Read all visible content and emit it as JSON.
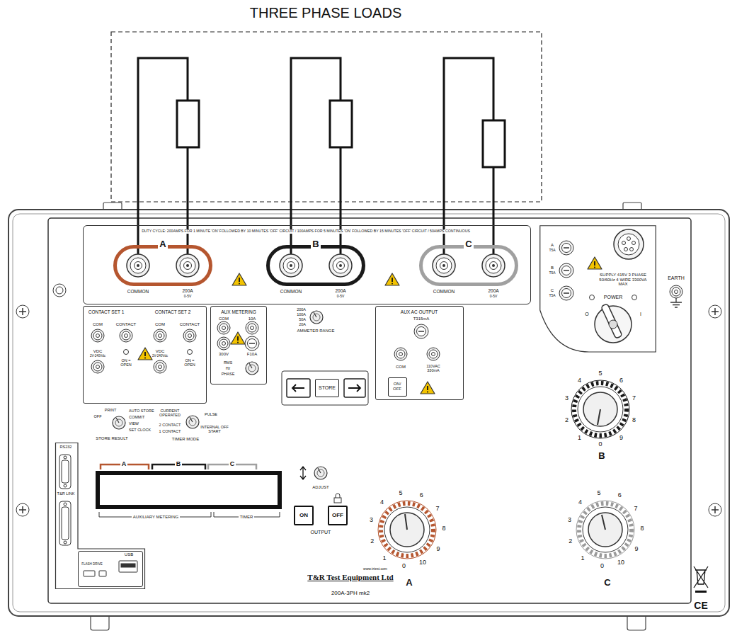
{
  "diagram": {
    "title": "THREE PHASE LOADS",
    "nodes": [
      {
        "text": [
          "DUTY CYCLE: 200AMPS FOR 1 MINUTE 'ON' FOLLOWED BY 10 MINUTES 'OFF' CIRCUIT / 100AMPS FOR 5 MINUTES 'ON' FOLLOWED BY 15 MINUTES 'OFF' CIRCUIT / 50AMPS CONTINUOUS"
        ]
      },
      {
        "text": [
          "A"
        ],
        "in": 0
      },
      {
        "text": [
          "B"
        ],
        "in": 0
      },
      {
        "text": [
          "C"
        ],
        "in": 0
      },
      {
        "text": [
          "CONTACT SET 1",
          "CONTACT SET 2"
        ]
      },
      {
        "text": [
          "AUX METERING"
        ]
      },
      {
        "text": [
          "AUX AC OUTPUT"
        ]
      },
      {
        "text": [
          "ON/ OFF"
        ],
        "in": 6
      },
      {
        "text": [
          "STORE"
        ]
      },
      {
        "text": [
          "ON"
        ]
      },
      {
        "text": [
          "OFF"
        ]
      },
      {
        "text": [
          "SUPPLY 415V 3 PHASE 50/60Hz 4 WIRE 3300VA MAX"
        ]
      },
      {
        "text": [
          "RS232",
          "T&R LINK"
        ]
      },
      {
        "text": [
          "USB"
        ],
        "in": 12
      }
    ],
    "labels": [
      "COMMON",
      "200A",
      "0-5V",
      "COMMON",
      "200A",
      "0-5V",
      "COMMON",
      "200A",
      "0-5V",
      "200A",
      "100A",
      "50A",
      "20A",
      "AMMETER RANGE",
      "COM",
      "CONTACT",
      "COM",
      "CONTACT",
      "VDC",
      "2V-240Vdc",
      "ON = OPEN",
      "VDC",
      "2V-240Vdc",
      "ON = OPEN",
      "OFF",
      "PRINT",
      "AUTO STORE",
      "COMMIT",
      "VIEW",
      "SET CLOCK",
      "STORE RESULT",
      "CURRENT OPERATED",
      "2 CONTACT",
      "1 CONTACT",
      "PULSE",
      "INTERNAL OFF START",
      "TIMER MODE",
      "COM",
      "10A",
      "300V",
      "F10A",
      "RMS",
      "Hz",
      "PHASE",
      "T315mA",
      "COM",
      "110VAC 330mA",
      "ADJUST",
      "OUTPUT",
      "A",
      "B",
      "C",
      "AUXILIARY METERING",
      "TIMER",
      "FLASH DRIVE",
      "A",
      "T5A",
      "B",
      "T5A",
      "C",
      "T5A",
      "POWER",
      "O",
      "I",
      "EARTH",
      "0",
      "1",
      "2",
      "3",
      "4",
      "5",
      "6",
      "7",
      "8",
      "9",
      "B",
      "0",
      "1",
      "2",
      "3",
      "4",
      "5",
      "6",
      "7",
      "8",
      "9",
      "10",
      "A",
      "0",
      "1",
      "2",
      "3",
      "4",
      "5",
      "6",
      "7",
      "8",
      "9",
      "10",
      "C",
      "www.trtest.com",
      "T&R Test Equipment Ltd",
      "200A-3PH mk2",
      "CE"
    ]
  }
}
